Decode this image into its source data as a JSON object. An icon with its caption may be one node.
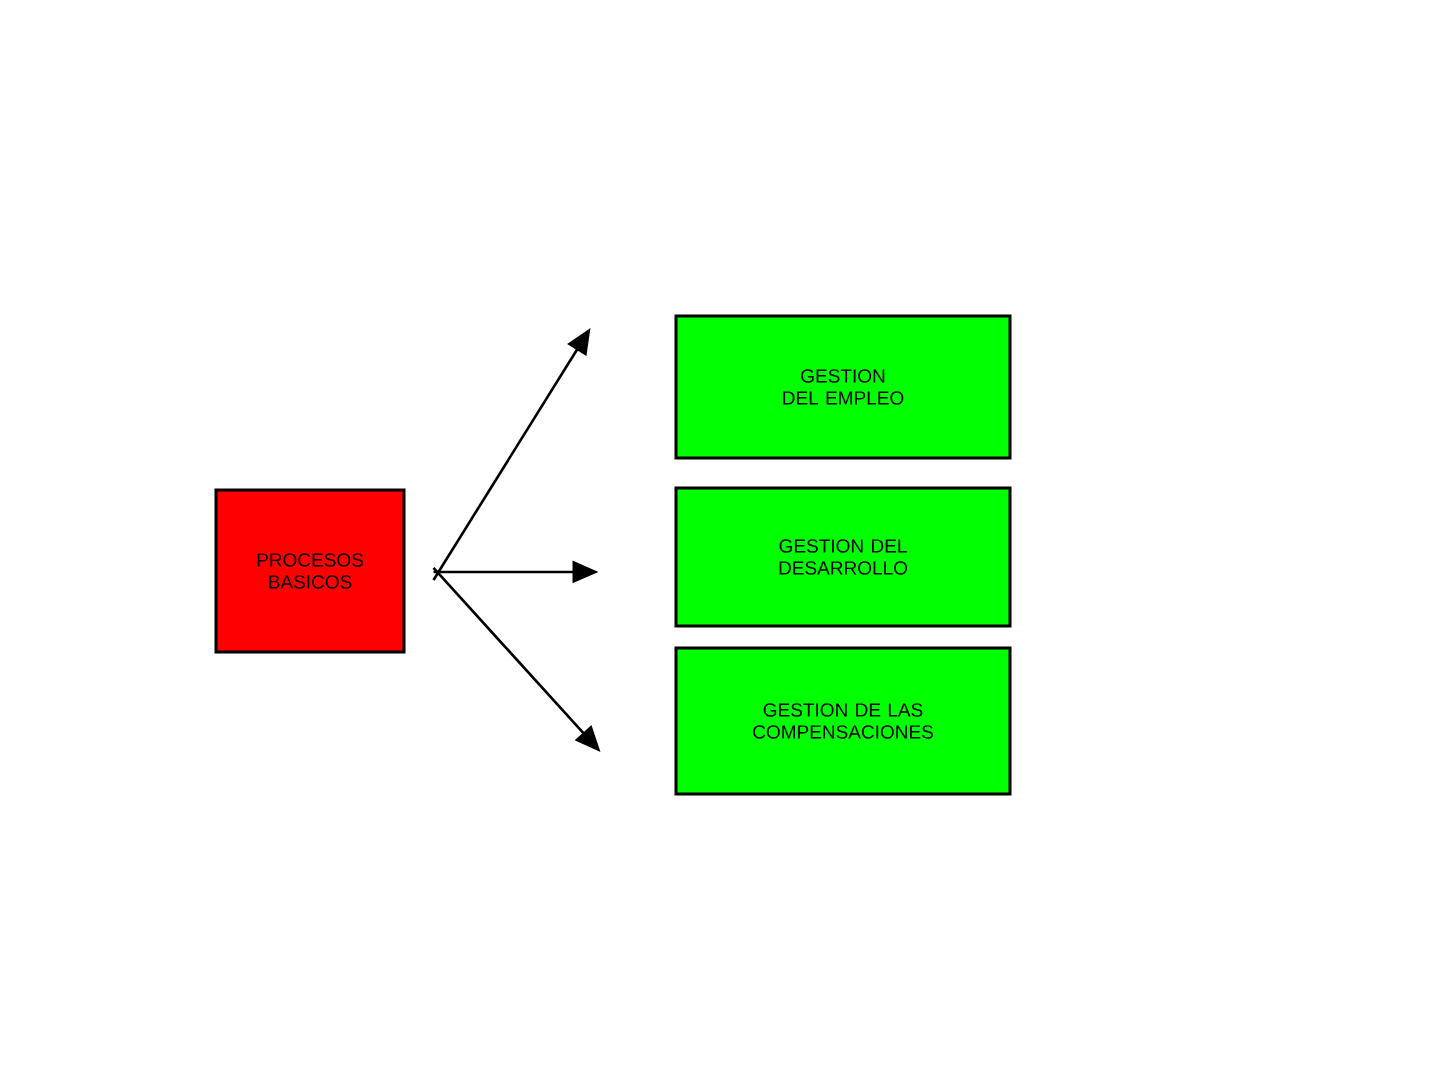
{
  "diagram": {
    "nodes": [
      {
        "text": [
          "PROCESOS BASICOS"
        ]
      },
      {
        "text": [
          "GESTION DEL EMPLEO"
        ]
      },
      {
        "text": [
          "GESTION DEL DESARROLLO"
        ]
      },
      {
        "text": [
          "GESTION DE LAS COMPENSACIONES"
        ]
      }
    ],
    "edges": [
      {
        "from": 0,
        "to": 1,
        "arrow": "to"
      },
      {
        "from": 0,
        "to": 2,
        "arrow": "to"
      },
      {
        "from": 0,
        "to": 3,
        "arrow": "to"
      }
    ]
  }
}
